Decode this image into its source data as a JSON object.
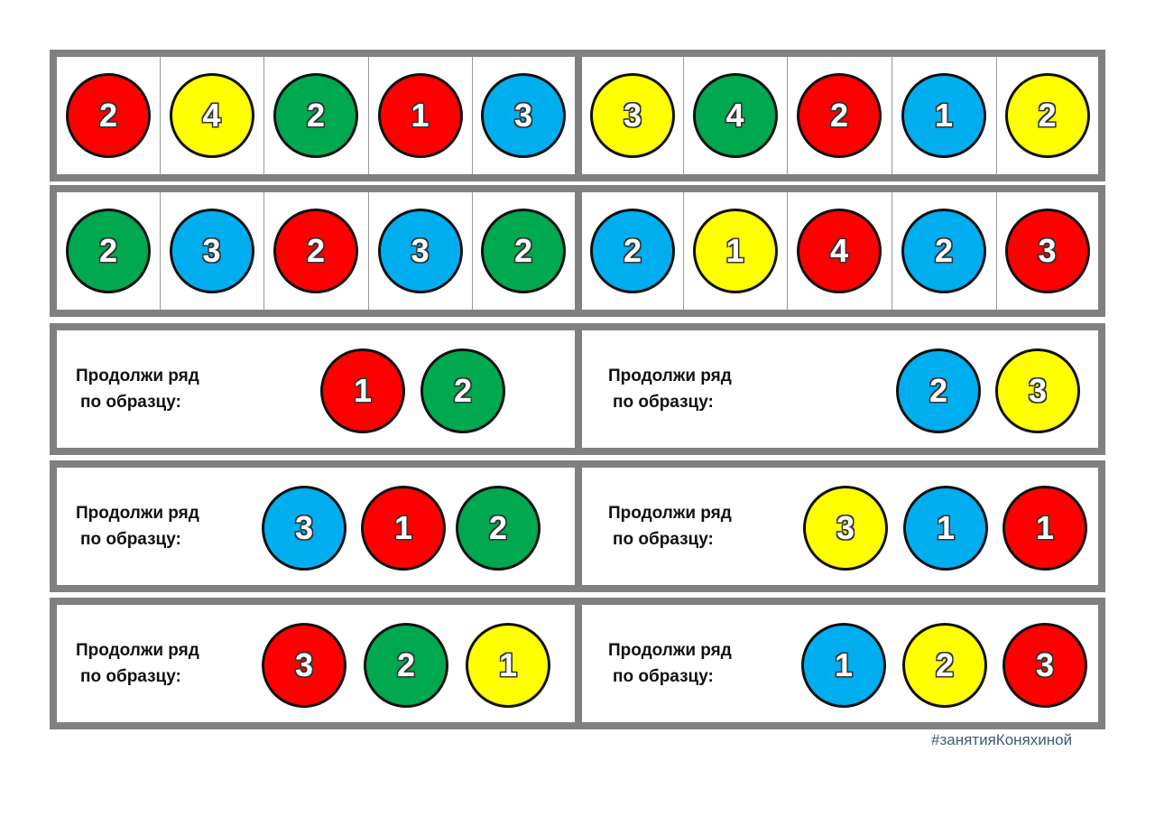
{
  "colors": {
    "red": "#ff0000",
    "yellow": "#ffff00",
    "green": "#00a84f",
    "blue": "#00aeef",
    "frame": "#808080"
  },
  "tile_rows": [
    [
      [
        "red",
        "2"
      ],
      [
        "yellow",
        "4"
      ],
      [
        "green",
        "2"
      ],
      [
        "red",
        "1"
      ],
      [
        "blue",
        "3"
      ],
      [
        "yellow",
        "3"
      ],
      [
        "green",
        "4"
      ],
      [
        "red",
        "2"
      ],
      [
        "blue",
        "1"
      ],
      [
        "yellow",
        "2"
      ]
    ],
    [
      [
        "green",
        "2"
      ],
      [
        "blue",
        "3"
      ],
      [
        "red",
        "2"
      ],
      [
        "blue",
        "3"
      ],
      [
        "green",
        "2"
      ],
      [
        "blue",
        "2"
      ],
      [
        "yellow",
        "1"
      ],
      [
        "red",
        "4"
      ],
      [
        "blue",
        "2"
      ],
      [
        "red",
        "3"
      ]
    ]
  ],
  "prompt": {
    "line1": "Продолжи ряд",
    "line2": "по образцу:"
  },
  "task_rows": [
    {
      "left": [
        [
          "red",
          "1"
        ],
        [
          "green",
          "2"
        ]
      ],
      "right": [
        [
          "blue",
          "2"
        ],
        [
          "yellow",
          "3"
        ]
      ]
    },
    {
      "left": [
        [
          "blue",
          "3"
        ],
        [
          "red",
          "1"
        ],
        [
          "green",
          "2"
        ]
      ],
      "right": [
        [
          "yellow",
          "3"
        ],
        [
          "blue",
          "1"
        ],
        [
          "red",
          "1"
        ]
      ]
    },
    {
      "left": [
        [
          "red",
          "3"
        ],
        [
          "green",
          "2"
        ],
        [
          "yellow",
          "1"
        ]
      ],
      "right": [
        [
          "blue",
          "1"
        ],
        [
          "yellow",
          "2"
        ],
        [
          "red",
          "3"
        ]
      ]
    }
  ],
  "hashtag": "#занятияКоняхиной"
}
